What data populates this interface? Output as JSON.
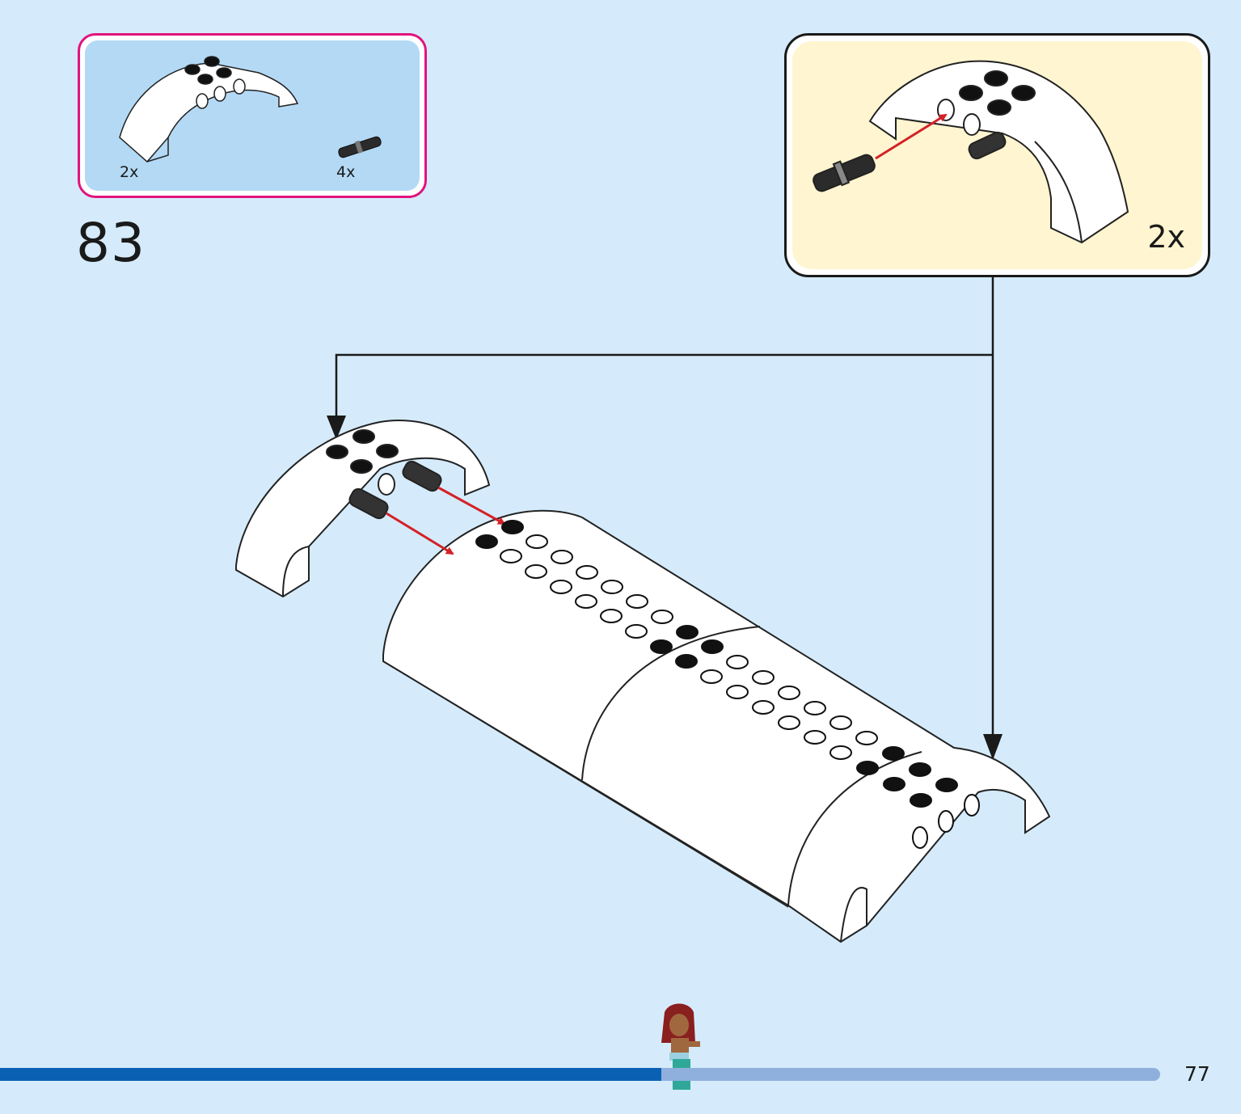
{
  "step": {
    "number": "83"
  },
  "parts_list": {
    "items": [
      {
        "name": "curved-arch-brick",
        "quantity": "2x"
      },
      {
        "name": "connector-pin",
        "quantity": "4x"
      }
    ]
  },
  "callout": {
    "quantity": "2x"
  },
  "footer": {
    "page_number": "77",
    "progress": 0.57
  },
  "colors": {
    "background": "#d5ebfb",
    "parts_border": "#e2137e",
    "parts_fill": "#b3d9f5",
    "callout_fill": "#fff5d0",
    "arrow_red": "#d42127",
    "progress_fill": "#0a61b4",
    "progress_track": "#8fb0dc"
  }
}
